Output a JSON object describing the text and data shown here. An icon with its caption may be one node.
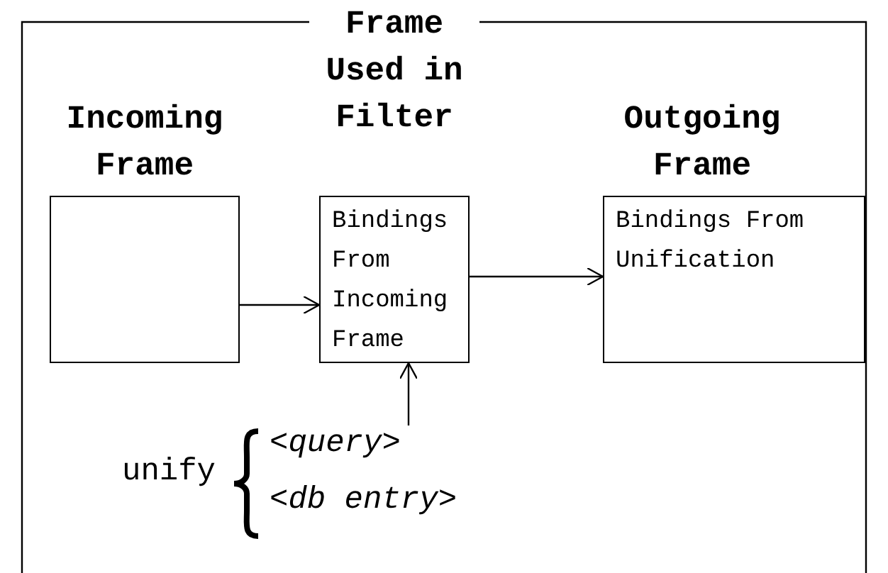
{
  "diagram": {
    "nodes": [
      {
        "text": [
          "Incoming Frame"
        ]
      },
      {
        "text": [
          "Frame Used in Filter",
          "Bindings From Incoming Frame"
        ]
      },
      {
        "text": [
          "Outgoing Frame",
          "Bindings From Unification"
        ]
      },
      {
        "text": [
          "unify",
          "<query>",
          "<db entry>"
        ]
      }
    ],
    "edges": [
      {
        "from": 0,
        "to": 1,
        "arrow": "to"
      },
      {
        "from": 1,
        "to": 2,
        "arrow": "to"
      },
      {
        "from": 3,
        "to": 1,
        "arrow": "to"
      }
    ]
  }
}
